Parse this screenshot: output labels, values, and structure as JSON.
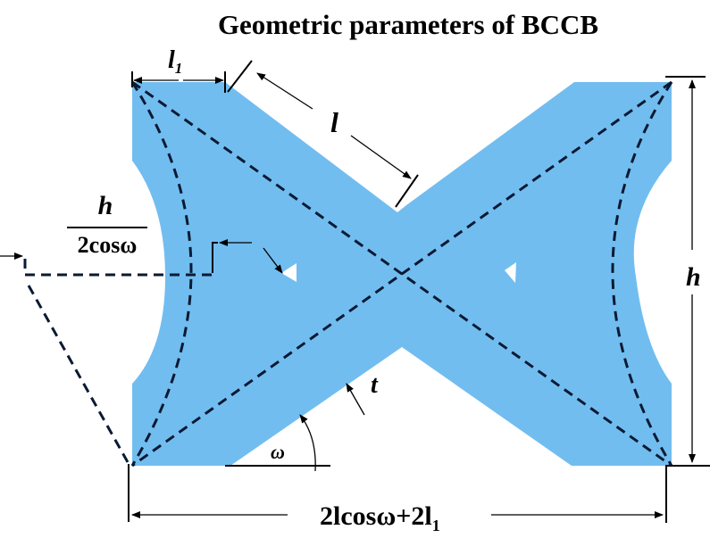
{
  "title": "Geometric parameters of BCCB",
  "colors": {
    "beam_fill": "#72bdf0",
    "line": "#000000"
  },
  "labels": {
    "l1_base": "l",
    "l1_sub": "1",
    "l": "l",
    "h_frac_num": "h",
    "h_frac_den": "2cosω",
    "h_height": "h",
    "t": "t",
    "omega": "ω",
    "width_main": "2lcosω+2l",
    "width_sub": "1"
  }
}
